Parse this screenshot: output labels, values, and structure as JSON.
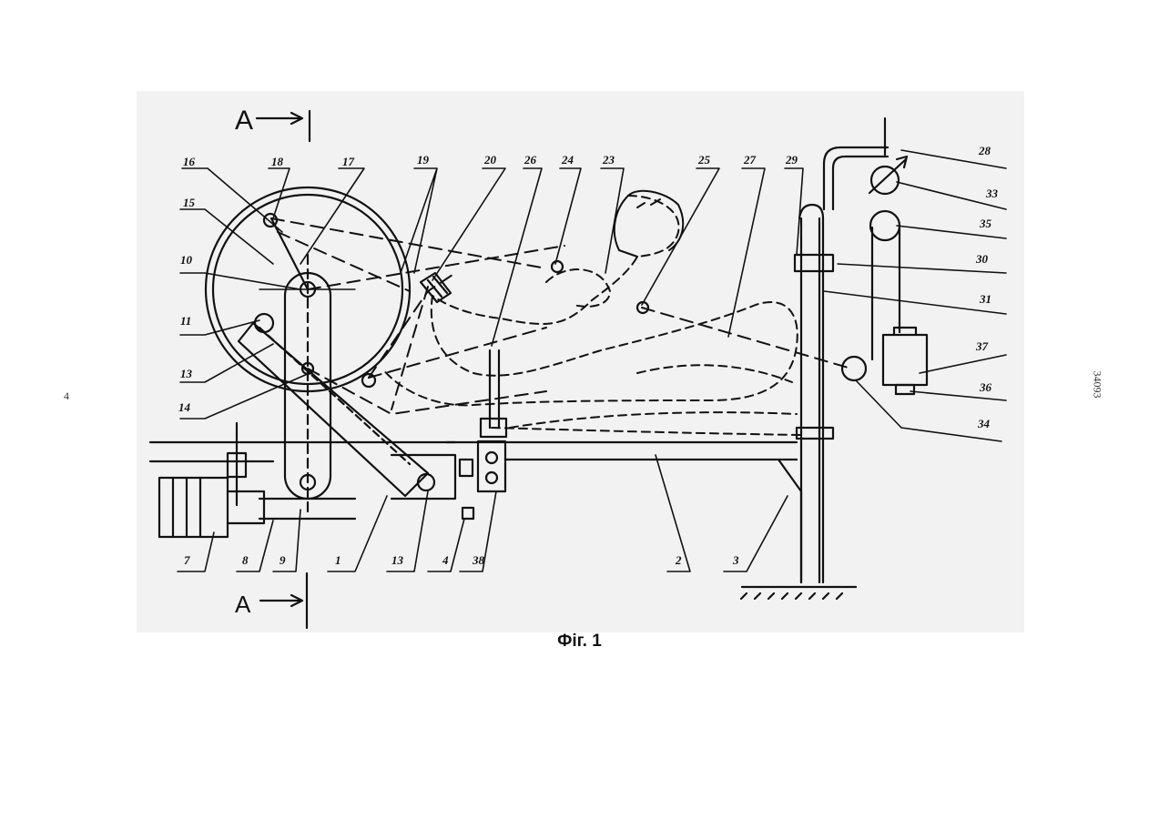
{
  "caption": "Фіг. 1",
  "page_number": "4",
  "document_number": "34093",
  "section_marks": {
    "top": "A",
    "bottom": "A"
  },
  "callouts": [
    "16",
    "18",
    "17",
    "19",
    "20",
    "26",
    "24",
    "23",
    "25",
    "27",
    "29",
    "28",
    "33",
    "35",
    "30",
    "31",
    "37",
    "36",
    "34",
    "15",
    "10",
    "11",
    "13",
    "14",
    "7",
    "8",
    "9",
    "1",
    "13",
    "4",
    "38",
    "2",
    "3"
  ]
}
